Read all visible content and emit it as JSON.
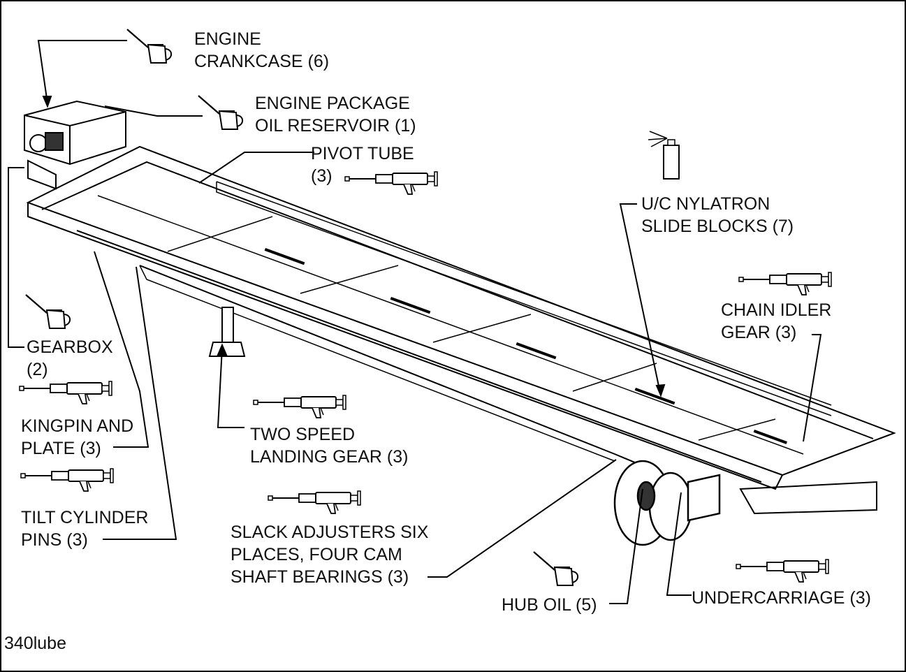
{
  "figure_id": "340lube",
  "labels": {
    "engine_crankcase": [
      "ENGINE",
      "CRANKCASE (6)"
    ],
    "engine_package": [
      "ENGINE PACKAGE",
      "OIL RESERVOIR (1)"
    ],
    "pivot_tube": [
      "PIVOT TUBE",
      "(3)"
    ],
    "slide_blocks": [
      "U/C NYLATRON",
      "SLIDE BLOCKS (7)"
    ],
    "chain_idler": [
      "CHAIN IDLER",
      "GEAR (3)"
    ],
    "gearbox": [
      "GEARBOX",
      "(2)"
    ],
    "kingpin": [
      "KINGPIN AND",
      "PLATE (3)"
    ],
    "tilt_cylinder": [
      "TILT CYLINDER",
      "PINS (3)"
    ],
    "landing_gear": [
      "TWO SPEED",
      "LANDING GEAR (3)"
    ],
    "slack_adjusters": [
      "SLACK ADJUSTERS SIX",
      "PLACES, FOUR CAM",
      "SHAFT BEARINGS (3)"
    ],
    "hub_oil": [
      "HUB OIL (5)"
    ],
    "undercarriage": [
      "UNDERCARRIAGE (3)"
    ]
  },
  "icons": [
    "oil-can-icon",
    "oil-can-icon",
    "grease-gun-icon",
    "spray-can-icon",
    "grease-gun-icon",
    "oil-can-icon",
    "grease-gun-icon",
    "grease-gun-icon",
    "grease-gun-icon",
    "grease-gun-icon",
    "oil-can-icon",
    "grease-gun-icon"
  ],
  "colors": {
    "line": "#000000",
    "background": "#ffffff"
  }
}
